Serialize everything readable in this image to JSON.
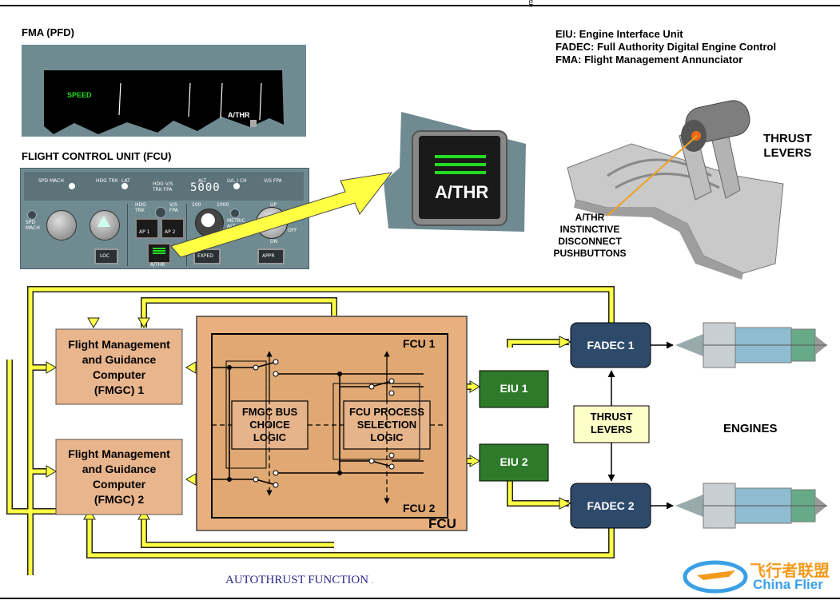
{
  "header": {
    "top_right_fragment": "g"
  },
  "fma": {
    "title": "FMA (PFD)",
    "speed_label": "SPEED",
    "athr_label": "A/THR"
  },
  "fcu_panel": {
    "title": "FLIGHT CONTROL UNIT (FCU)",
    "spd_mach": "SPD MACH",
    "hdg": "HDG",
    "trk": "TRK",
    "lat": "LAT",
    "hdg_vs": "HDG  V/S",
    "trk_fpa": "TRK  FPA",
    "alt": "ALT",
    "alt_value": "5000",
    "lvl_ch": "LVL / CH",
    "vs_fpa": "V/S FPA",
    "spd_mach_knob": "SPD MACH",
    "hdg_trk_btn": "HDG TRK",
    "vs_fpa_btn": "V/S FPA",
    "ap1": "AP 1",
    "ap2": "AP 2",
    "athr_btn": "A/THR",
    "loc": "LOC",
    "n100": "100",
    "n1000": "1000",
    "metric_alt": "METRIC ALT",
    "expedite": "EXPED",
    "appr": "APPR",
    "up": "UP",
    "dn": "DN",
    "off": "OFF"
  },
  "athr_closeup": {
    "label": "A/THR"
  },
  "legend": [
    "EIU: Engine Interface Unit",
    "FADEC: Full Authority Digital Engine Control",
    "FMA: Flight Management Annunciator"
  ],
  "thrust_levers": {
    "title_line1": "THRUST",
    "title_line2": "LEVERS",
    "callout_lines": [
      "A/THR",
      "INSTINCTIVE",
      "DISCONNECT",
      "PUSHBUTTONS"
    ]
  },
  "schematic": {
    "fmgc1_lines": [
      "Flight Management",
      "and Guidance",
      "Computer",
      "(FMGC) 1"
    ],
    "fmgc2_lines": [
      "Flight Management",
      "and Guidance",
      "Computer",
      "(FMGC) 2"
    ],
    "fcu1": "FCU 1",
    "fcu2": "FCU 2",
    "fcu": "FCU",
    "fmgc_bus_lines": [
      "FMGC BUS",
      "CHOICE",
      "LOGIC"
    ],
    "fcu_process_lines": [
      "FCU PROCESS",
      "SELECTION",
      "LOGIC"
    ],
    "eiu1": "EIU 1",
    "eiu2": "EIU 2",
    "fadec1": "FADEC 1",
    "fadec2": "FADEC 2",
    "thrust_levers_lines": [
      "THRUST",
      "LEVERS"
    ],
    "engines": "ENGINES"
  },
  "caption": {
    "text": "AUTOTHRUST FUNCTION",
    "suffix": "."
  },
  "watermark": {
    "chinese": "飞行者联盟",
    "english": "China Flier"
  },
  "colors": {
    "bus_yellow": "#ffff44",
    "fadec_blue": "#2e4a6b",
    "fmgc_fill": "#e8b58c",
    "fcu_fill": "#e8b07e",
    "eiu_green": "#2f7a2a",
    "thrust_box": "#ffffc8",
    "caption_blue": "#2a2a8a",
    "fcu_panel": "#6f8b91",
    "athr_green": "#22dd22"
  }
}
